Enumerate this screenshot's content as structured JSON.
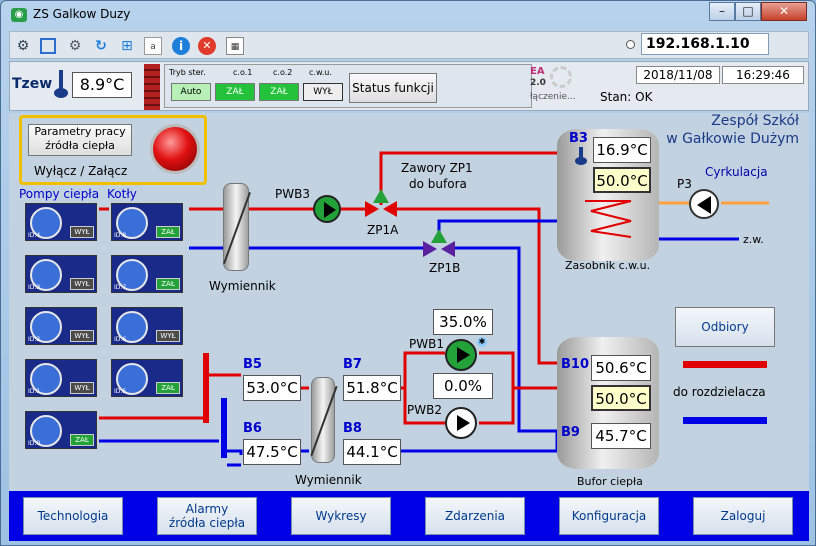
{
  "window": {
    "title": "ZS Galkow Duzy",
    "min": "–",
    "max": "□",
    "close": "✕"
  },
  "toolbar": {
    "ip": "192.168.1.10"
  },
  "info": {
    "tzew_label": "Tzew",
    "tzew_value": "8.9°C",
    "tryb_label": "Tryb ster.",
    "co1_label": "c.o.1",
    "co2_label": "c.o.2",
    "cwu_label": "c.w.u.",
    "tryb_val": "Auto",
    "co1_val": "ZAŁ",
    "co2_val": "ZAŁ",
    "cwu_val": "WYŁ",
    "status_btn": "Status funkcji",
    "ea_top": "EA",
    "ea_ver": "2.0",
    "conn": "łączenie...",
    "date": "2018/11/08",
    "time": "16:29:46",
    "stan": "Stan: OK"
  },
  "main": {
    "school_line1": "Zespół Szkół",
    "school_line2": "w Gałkowie Dużym",
    "param_line1": "Parametry pracy",
    "param_line2": "źródła ciepła",
    "onoff": "Wyłącz / Załącz",
    "pumps_title": "Pompy ciepła",
    "boilers_title": "Kotły",
    "pwb3": "PWB3",
    "zawory_line1": "Zawory ZP1",
    "zawory_line2": "do bufora",
    "zp1a": "ZP1A",
    "zp1b": "ZP1B",
    "wymiennik1": "Wymiennik",
    "wymiennik2": "Wymiennik",
    "b3": "B3",
    "b3_val": "16.9°C",
    "b3_set": "50.0°C",
    "p3": "P3",
    "cyrkulacja": "Cyrkulacja",
    "zw": "z.w.",
    "zasobnik": "Zasobnik c.w.u.",
    "odbiory": "Odbiory",
    "pwb1": "PWB1",
    "pwb1_val": "35.0%",
    "pwb2": "PWB2",
    "pwb2_val": "0.0%",
    "b5": "B5",
    "b5_val": "53.0°C",
    "b6": "B6",
    "b6_val": "47.5°C",
    "b7": "B7",
    "b7_val": "51.8°C",
    "b8": "B8",
    "b8_val": "44.1°C",
    "b10": "B10",
    "b10_val": "50.6°C",
    "b10_set": "50.0°C",
    "b9": "B9",
    "b9_val": "45.7°C",
    "do_rozdz": "do rozdzielacza",
    "bufor": "Bufor ciepła"
  },
  "pumps": [
    {
      "id": "ID:4",
      "state": "WYŁ"
    },
    {
      "id": "ID:3",
      "state": "WYŁ"
    },
    {
      "id": "ID:2",
      "state": "WYŁ"
    },
    {
      "id": "ID:1",
      "state": "WYŁ"
    },
    {
      "id": "ID:0",
      "state": "ZAŁ"
    }
  ],
  "boilers": [
    {
      "id": "ID:8",
      "state": "ZAŁ"
    },
    {
      "id": "ID:7",
      "state": "ZAŁ"
    },
    {
      "id": "ID:6",
      "state": "WYŁ"
    },
    {
      "id": "ID:5",
      "state": "ZAŁ"
    }
  ],
  "nav": {
    "technologia": "Technologia",
    "alarmy1": "Alarmy",
    "alarmy2": "źródła ciepła",
    "wykresy": "Wykresy",
    "zdarzenia": "Zdarzenia",
    "konfiguracja": "Konfiguracja",
    "zaloguj": "Zaloguj"
  }
}
